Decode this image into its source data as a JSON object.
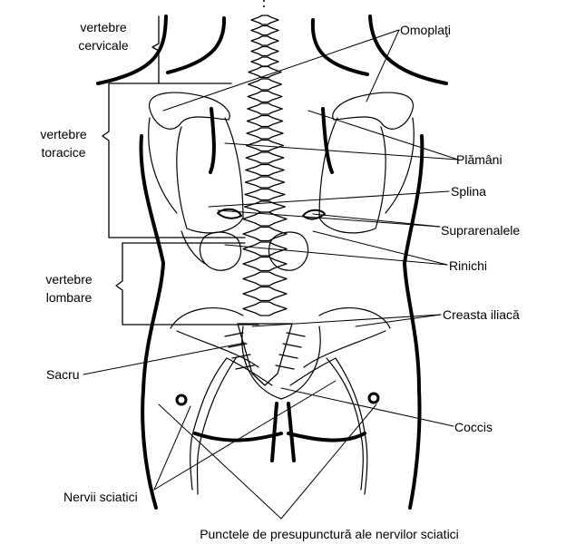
{
  "labels": {
    "vertebre_cervicale": [
      "vertebre",
      "cervicale"
    ],
    "vertebre_toracice": [
      "vertebre",
      "toracice"
    ],
    "vertebre_lombare": [
      "vertebre",
      "lombare"
    ],
    "omoplati": "Omoplaţi",
    "plamani": "Plămâni",
    "splina": "Splina",
    "suprarenalele": "Suprarenalele",
    "rinichi": "Rinichi",
    "creasta_iliaca": "Creasta iliacă",
    "sacru": "Sacru",
    "coccis": "Coccis",
    "nervii_sciatici": "Nervii sciatici",
    "caption": "Punctele de presupunctură ale nervilor sciatici"
  }
}
